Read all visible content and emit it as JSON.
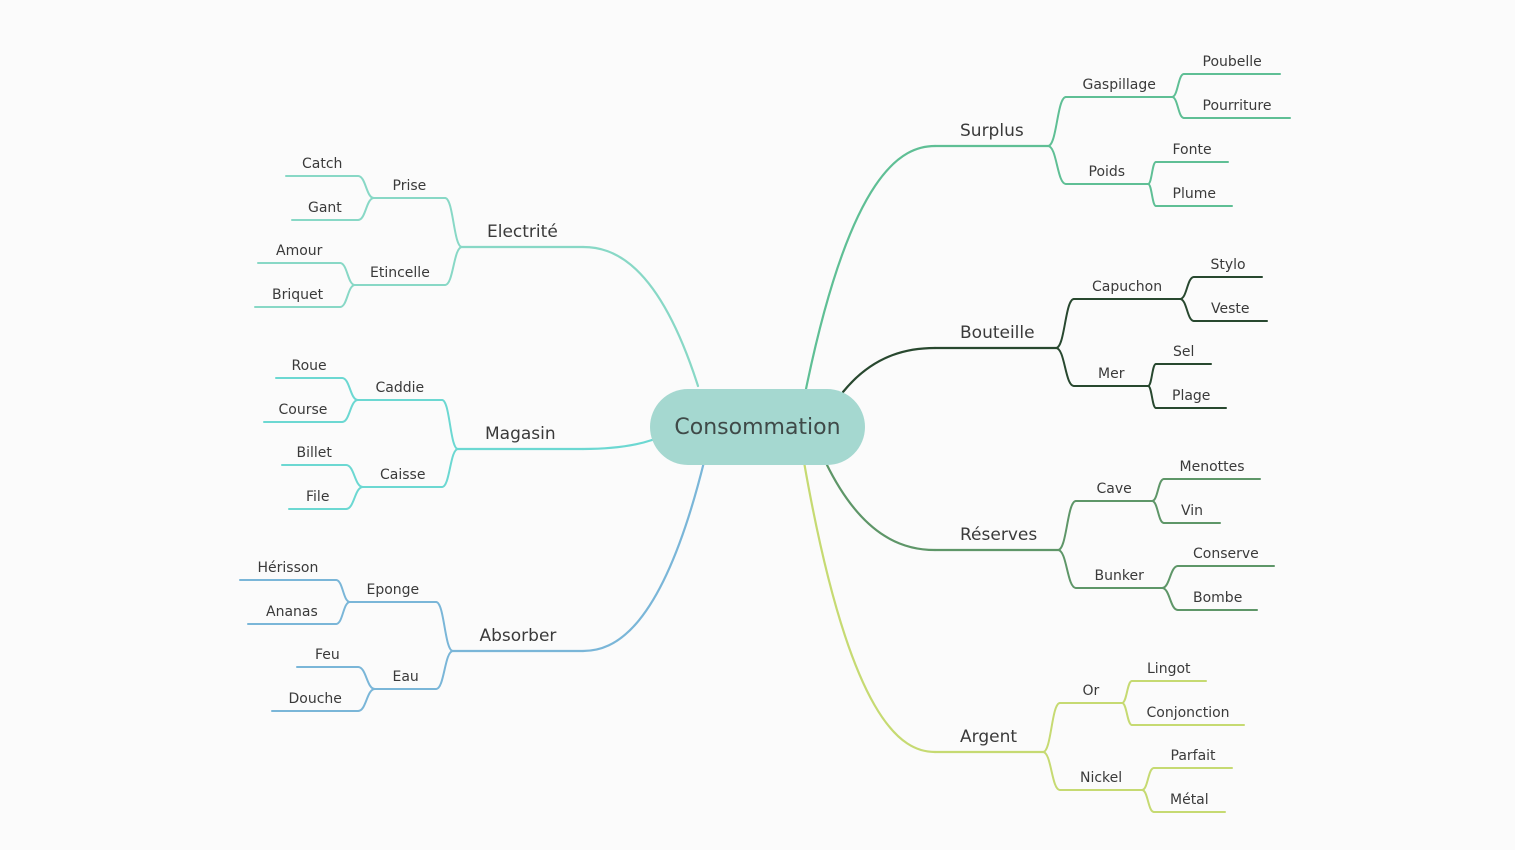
{
  "center": {
    "label": "Consommation",
    "color": "#a5d8d0"
  },
  "branches": [
    {
      "id": "surplus",
      "label": "Surplus",
      "color": "#5fbf95",
      "children": [
        {
          "label": "Gaspillage",
          "children": [
            "Poubelle",
            "Pourriture"
          ]
        },
        {
          "label": "Poids",
          "children": [
            "Fonte",
            "Plume"
          ]
        }
      ]
    },
    {
      "id": "bouteille",
      "label": "Bouteille",
      "color": "#28482f",
      "children": [
        {
          "label": "Capuchon",
          "children": [
            "Stylo",
            "Veste"
          ]
        },
        {
          "label": "Mer",
          "children": [
            "Sel",
            "Plage"
          ]
        }
      ]
    },
    {
      "id": "reserves",
      "label": "Réserves",
      "color": "#5e9668",
      "children": [
        {
          "label": "Cave",
          "children": [
            "Menottes",
            "Vin"
          ]
        },
        {
          "label": "Bunker",
          "children": [
            "Conserve",
            "Bombe"
          ]
        }
      ]
    },
    {
      "id": "argent",
      "label": "Argent",
      "color": "#c6da72",
      "children": [
        {
          "label": "Or",
          "children": [
            "Lingot",
            "Conjonction"
          ]
        },
        {
          "label": "Nickel",
          "children": [
            "Parfait",
            "Métal"
          ]
        }
      ]
    },
    {
      "id": "electrite",
      "label": "Electrité",
      "color": "#88d8c6",
      "children": [
        {
          "label": "Prise",
          "children": [
            "Catch",
            "Gant"
          ]
        },
        {
          "label": "Etincelle",
          "children": [
            "Amour",
            "Briquet"
          ]
        }
      ]
    },
    {
      "id": "magasin",
      "label": "Magasin",
      "color": "#6cd8d2",
      "children": [
        {
          "label": "Caddie",
          "children": [
            "Roue",
            "Course"
          ]
        },
        {
          "label": "Caisse",
          "children": [
            "Billet",
            "File"
          ]
        }
      ]
    },
    {
      "id": "absorber",
      "label": "Absorber",
      "color": "#7ab6d8",
      "children": [
        {
          "label": "Eponge",
          "children": [
            "Hérisson",
            "Ananas"
          ]
        },
        {
          "label": "Eau",
          "children": [
            "Feu",
            "Douche"
          ]
        }
      ]
    }
  ]
}
